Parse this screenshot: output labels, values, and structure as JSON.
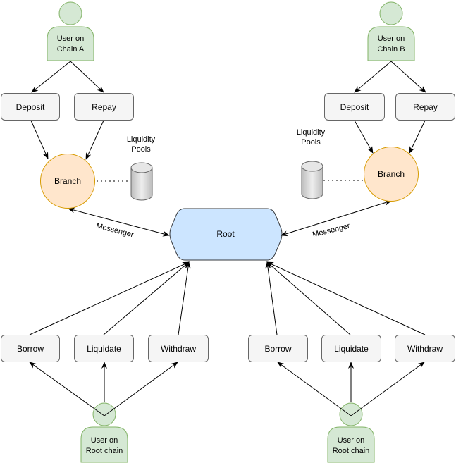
{
  "users": {
    "chain_a": "User on\nChain A",
    "chain_b": "User on\nChain B",
    "root_left": "User on\nRoot chain",
    "root_right": "User on\nRoot chain"
  },
  "actions_a": {
    "deposit": "Deposit",
    "repay": "Repay"
  },
  "actions_b": {
    "deposit": "Deposit",
    "repay": "Repay"
  },
  "branch_a": "Branch",
  "branch_b": "Branch",
  "liquidity_a": "Liquidity\nPools",
  "liquidity_b": "Liquidity\nPools",
  "root": "Root",
  "messenger_left": "Messenger",
  "messenger_right": "Messenger",
  "root_actions_left": {
    "borrow": "Borrow",
    "liquidate": "Liquidate",
    "withdraw": "Withdraw"
  },
  "root_actions_right": {
    "borrow": "Borrow",
    "liquidate": "Liquidate",
    "withdraw": "Withdraw"
  },
  "colors": {
    "user_fill": "#d5e8d4",
    "user_stroke": "#82b366",
    "branch_fill": "#ffe6cc",
    "branch_stroke": "#d79b00",
    "root_fill": "#cce5ff",
    "root_stroke": "#36393d",
    "box_fill": "#f5f5f5",
    "box_stroke": "#666666"
  }
}
